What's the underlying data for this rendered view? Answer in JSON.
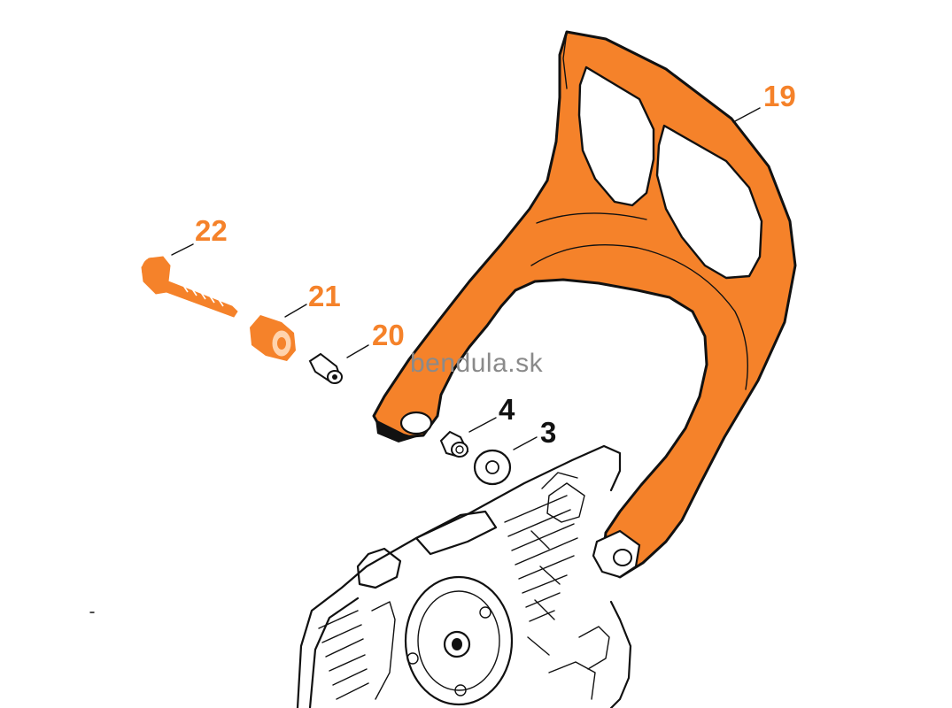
{
  "watermark": "bendula.sk",
  "callouts": {
    "p19": "19",
    "p22": "22",
    "p21": "21",
    "p20": "20",
    "p4": "4",
    "p3": "3"
  },
  "colors": {
    "highlight": "#f5822a",
    "outline": "#111111",
    "watermark": "#8a8a8a",
    "background": "#ffffff"
  }
}
